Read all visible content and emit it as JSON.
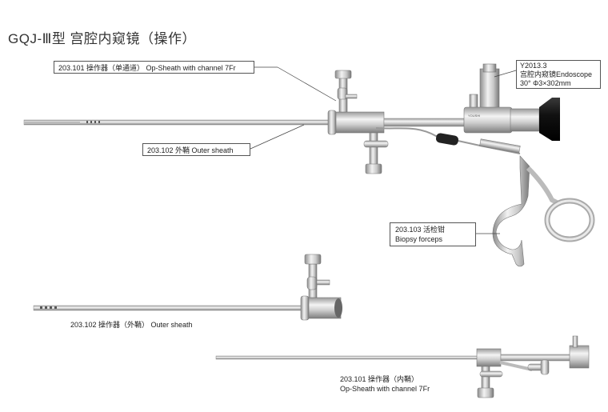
{
  "title": "GQJ-Ⅲ型 宫腔内窥镜（操作）",
  "brand_text": "YOUSHI",
  "labels": {
    "op_sheath_channel": "203.101 操作器（单通道） Op-Sheath with channel 7Fr",
    "outer_sheath_top": "203.102 外鞘 Outer sheath",
    "endoscope_model": "Y2013.3",
    "endoscope_name": "宫腔内窥镜Endoscope",
    "endoscope_spec": "30°  Φ3×302mm",
    "biopsy_cn": "203.103 活检钳",
    "biopsy_en": "Biopsy forceps",
    "outer_sheath_bottom": "203.102  操作器（外鞘） Outer sheath",
    "inner_sheath_cn": "203.101 操作器（内鞘）",
    "inner_sheath_en": "Op-Sheath with channel 7Fr"
  },
  "colors": {
    "steel_light": "#e6e6e6",
    "steel_dark": "#8a8a8a",
    "eyepiece": "#1a1a1a",
    "leader": "#444444"
  }
}
